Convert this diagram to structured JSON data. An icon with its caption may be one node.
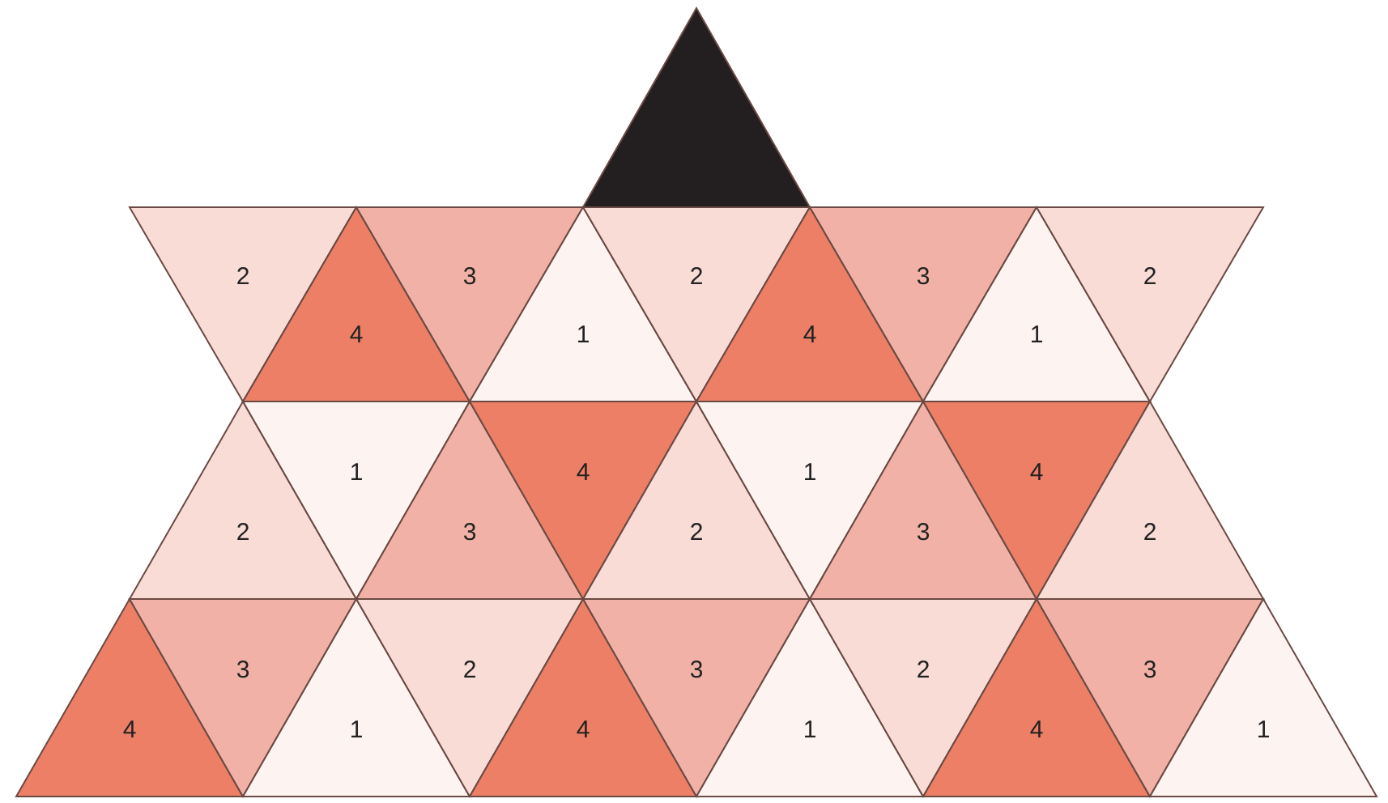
{
  "diagram": {
    "nodes": [
      {
        "text": [],
        "shape": "triangle"
      },
      {
        "text": [
          "2"
        ]
      },
      {
        "text": [
          "4"
        ]
      },
      {
        "text": [
          "3"
        ]
      },
      {
        "text": [
          "1"
        ]
      },
      {
        "text": [
          "2"
        ]
      },
      {
        "text": [
          "4"
        ]
      },
      {
        "text": [
          "3"
        ]
      },
      {
        "text": [
          "1"
        ]
      },
      {
        "text": [
          "2"
        ]
      },
      {
        "text": [
          "2"
        ]
      },
      {
        "text": [
          "1"
        ]
      },
      {
        "text": [
          "3"
        ]
      },
      {
        "text": [
          "4"
        ]
      },
      {
        "text": [
          "2"
        ]
      },
      {
        "text": [
          "1"
        ]
      },
      {
        "text": [
          "3"
        ]
      },
      {
        "text": [
          "4"
        ]
      },
      {
        "text": [
          "2"
        ]
      },
      {
        "text": [
          "4"
        ]
      },
      {
        "text": [
          "3"
        ]
      },
      {
        "text": [
          "1"
        ]
      },
      {
        "text": [
          "2"
        ]
      },
      {
        "text": [
          "4"
        ]
      },
      {
        "text": [
          "3"
        ]
      },
      {
        "text": [
          "1"
        ]
      },
      {
        "text": [
          "2"
        ]
      },
      {
        "text": [
          "4"
        ]
      },
      {
        "text": [
          "3"
        ]
      },
      {
        "text": [
          "1"
        ]
      }
    ]
  }
}
